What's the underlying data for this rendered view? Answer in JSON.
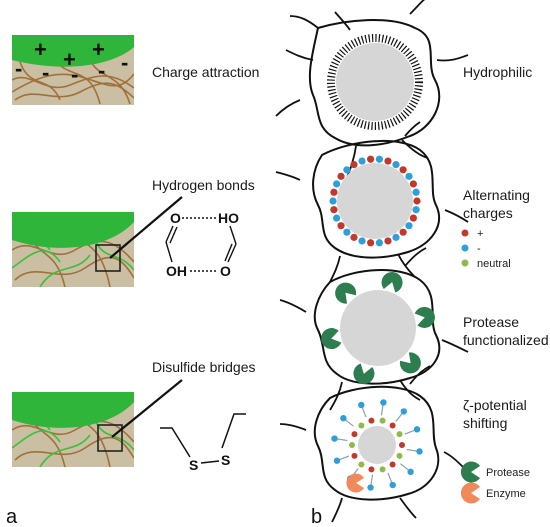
{
  "panel_a": {
    "letter": "a",
    "mechanisms": [
      {
        "label": "Charge attraction",
        "plus": "+",
        "minus": "-"
      },
      {
        "label": "Hydrogen bonds",
        "chem": [
          "O",
          "HO",
          "OH",
          "O"
        ]
      },
      {
        "label": "Disulfide bridges",
        "chem": [
          "S",
          "S"
        ]
      }
    ]
  },
  "panel_b": {
    "letter": "b",
    "strategies": [
      {
        "label": "Hydrophilic"
      },
      {
        "label_lines": [
          "Alternating",
          "charges"
        ],
        "legend": [
          {
            "text": "+",
            "color": "#c0392b"
          },
          {
            "text": "-",
            "color": "#2e9fd8"
          },
          {
            "text": "neutral",
            "color": "#8bbb4a"
          }
        ]
      },
      {
        "label_lines": [
          "Protease",
          "functionalized"
        ]
      },
      {
        "label_lines": [
          "ζ-potential",
          "shifting"
        ],
        "legend": [
          {
            "text": "Protease",
            "color": "#2e7d4f"
          },
          {
            "text": "Enzyme",
            "color": "#f08a5a"
          }
        ]
      }
    ]
  },
  "colors": {
    "mucus_bg": "#cbbfa3",
    "fiber": "#a0703a",
    "particle_green": "#2fb53a",
    "core_gray": "#d6d6d6",
    "protease": "#2e7d4f",
    "enzyme": "#f08a5a"
  }
}
